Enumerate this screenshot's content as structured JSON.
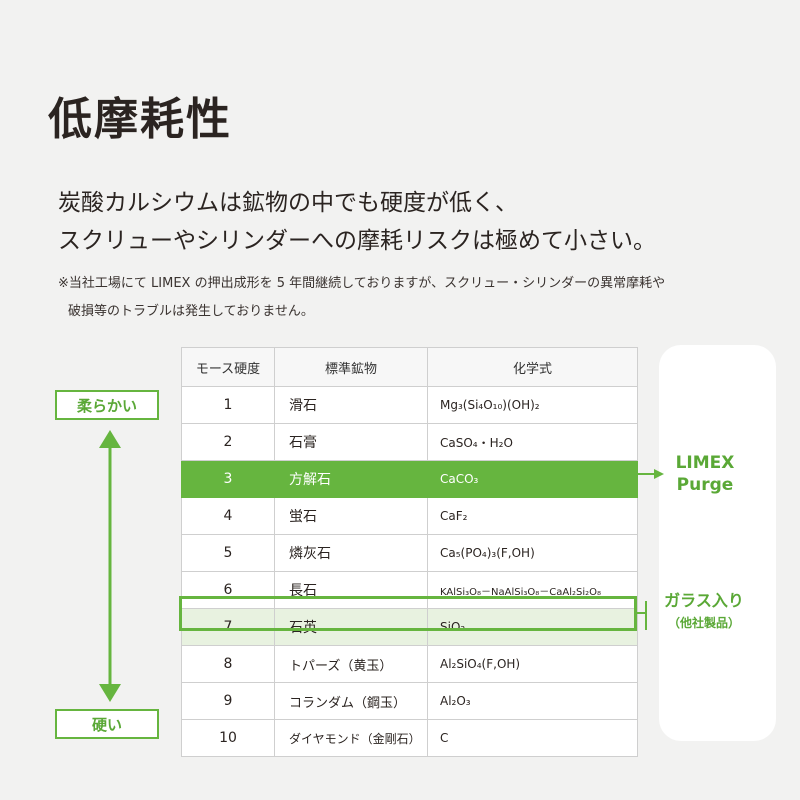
{
  "title": "低摩耗性",
  "lead": {
    "line1": "炭酸カルシウムは鉱物の中でも硬度が低く、",
    "line2": "スクリューやシリンダーへの摩耗リスクは極めて小さい。"
  },
  "note": {
    "line1": "※当社工場にて LIMEX の押出成形を 5 年間継続しておりますが、スクリュー・シリンダーの異常摩耗や",
    "line2": "破損等のトラブルは発生しておりません。"
  },
  "table": {
    "headers": [
      "モース硬度",
      "標準鉱物",
      "化学式"
    ],
    "rows": [
      {
        "hardness": "1",
        "mineral": "滑石",
        "formula": "Mg₃(Si₄O₁₀)(OH)₂"
      },
      {
        "hardness": "2",
        "mineral": "石膏",
        "formula": "CaSO₄・H₂O"
      },
      {
        "hardness": "3",
        "mineral": "方解石",
        "formula": "CaCO₃"
      },
      {
        "hardness": "4",
        "mineral": "蛍石",
        "formula": "CaF₂"
      },
      {
        "hardness": "5",
        "mineral": "燐灰石",
        "formula": "Ca₅(PO₄)₃(F,OH)"
      },
      {
        "hardness": "6",
        "mineral": "長石",
        "formula": "KAlSi₃O₈－NaAlSi₃O₈－CaAl₂Si₂O₈"
      },
      {
        "hardness": "7",
        "mineral": "石英",
        "formula": "SiO₂"
      },
      {
        "hardness": "8",
        "mineral": "トパーズ（黄玉）",
        "formula": "Al₂SiO₄(F,OH)"
      },
      {
        "hardness": "9",
        "mineral": "コランダム（鋼玉）",
        "formula": "Al₂O₃"
      },
      {
        "hardness": "10",
        "mineral": "ダイヤモンド（金剛石）",
        "formula": "C"
      }
    ]
  },
  "scale": {
    "soft": "柔らかい",
    "hard": "硬い"
  },
  "side": {
    "limex_line1": "LIMEX",
    "limex_line2": "Purge",
    "glass_line1": "ガラス入り",
    "glass_line2": "（他社製品）"
  },
  "colors": {
    "accent": "#66b53f",
    "highlight_fill": "#e8f2e0"
  }
}
